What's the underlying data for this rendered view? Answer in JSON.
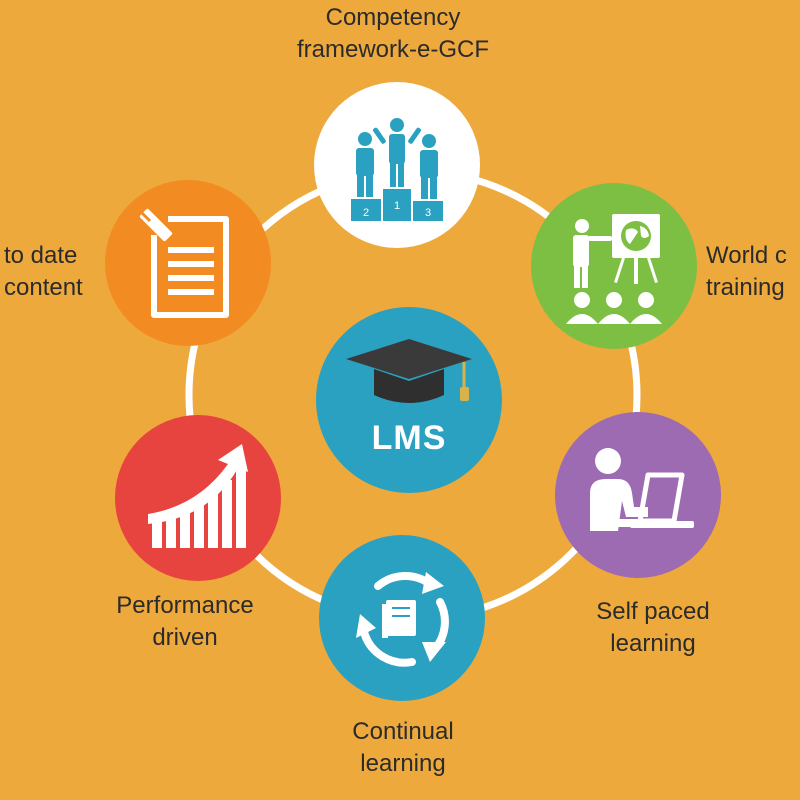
{
  "colors": {
    "background": "#eea93c",
    "ring": "#ffffff",
    "competency": "#ffffff",
    "world_class": "#7cbf43",
    "self_paced": "#9c6bb2",
    "continual": "#2aa1c0",
    "performance": "#e8443f",
    "up_to_date": "#f18b22",
    "center": "#2aa1c0"
  },
  "center": {
    "label": "LMS",
    "icon": "graduation-cap-icon"
  },
  "nodes": [
    {
      "id": "competency",
      "icon": "podium-icon",
      "label_lines": [
        "Competency",
        "framework-e-GCF"
      ]
    },
    {
      "id": "world-class",
      "icon": "presentation-icon",
      "label_lines": [
        "World c",
        "training"
      ]
    },
    {
      "id": "self-paced",
      "icon": "laptop-user-icon",
      "label_lines": [
        "Self paced",
        "learning"
      ]
    },
    {
      "id": "continual",
      "icon": "cycle-book-icon",
      "label_lines": [
        "Continual",
        "learning"
      ]
    },
    {
      "id": "performance",
      "icon": "growth-chart-icon",
      "label_lines": [
        "Performance",
        "driven"
      ]
    },
    {
      "id": "up-to-date",
      "icon": "document-pencil-icon",
      "label_lines": [
        "to date",
        "content"
      ]
    }
  ]
}
